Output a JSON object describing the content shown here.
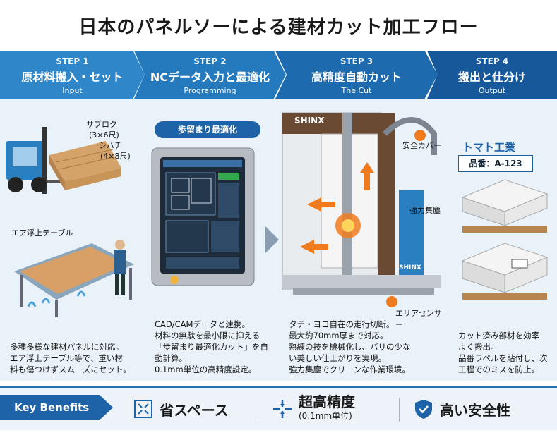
{
  "title": "日本のパネルソーによる建材カット加工フロー",
  "steps": [
    {
      "num": "STEP 1",
      "main": "原材料搬入・セット",
      "en": "Input"
    },
    {
      "num": "STEP 2",
      "main": "NCデータ入力と最適化",
      "en": "Programming"
    },
    {
      "num": "STEP 3",
      "main": "高精度自動カット",
      "en": "The Cut"
    },
    {
      "num": "STEP 4",
      "main": "搬出と仕分け",
      "en": "Output"
    }
  ],
  "panel1": {
    "labels": {
      "sabroku": "サブロク",
      "sabroku_size": "(3×6尺)",
      "shihachi": "シハチ",
      "shihachi_size": "(4×8尺)",
      "table": "エア浮上テーブル"
    },
    "desc": [
      "多種多様な建材パネルに対応。",
      "エア浮上テーブル等で、重い材",
      "料も傷つけずスムーズにセット。"
    ]
  },
  "panel2": {
    "badge": "歩留まり最適化",
    "desc": [
      "CAD/CAMデータと連携。",
      "材料の無駄を最小限に抑える",
      "「歩留まり最適化カット」を自",
      "動計算。",
      "0.1mm単位の高精度設定。"
    ]
  },
  "panel3": {
    "brand": "SHINX",
    "brand2": "SHINX",
    "labels": {
      "cover": "安全カバー",
      "dust": "強力集塵",
      "sensor": "エリアセンサー"
    },
    "desc": [
      "タテ・ヨコ自在の走行切断。",
      "最大約70mm厚まで対応。",
      "熟練の技を機械化し、バリの少な",
      "い美しい仕上がりを実現。",
      "強力集塵でクリーンな作業環境。"
    ]
  },
  "panel4": {
    "company": "トマト工業",
    "part": "品番：A-123",
    "desc": [
      "カット済み部材を効率",
      "よく搬出。",
      "品番ラベルを貼付し、次",
      "工程でのミスを防止。"
    ]
  },
  "benefits": {
    "label": "Key Benefits",
    "items": [
      {
        "text": "省スペース",
        "sub": "",
        "icon": "expand-icon"
      },
      {
        "text": "超高精度",
        "sub": "(0.1mm単位)",
        "icon": "crosshair-icon"
      },
      {
        "text": "高い安全性",
        "sub": "",
        "icon": "shield-check-icon"
      }
    ]
  },
  "colors": {
    "step1": "#2f86c9",
    "step2": "#2579bd",
    "step3": "#1d6aae",
    "step4": "#17589a",
    "accent": "#1e63a7",
    "orange": "#f07b1f"
  }
}
